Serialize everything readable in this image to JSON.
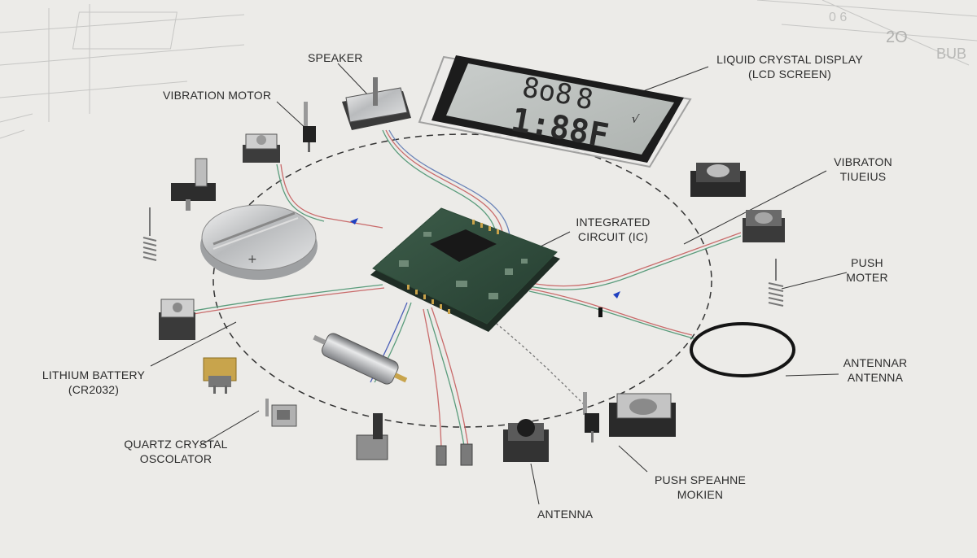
{
  "labels": {
    "speaker": "SPEAKER",
    "vibration_motor": "VIBRATION MOTOR",
    "lcd_line1": "LIQUID CRYSTAL DISPLAY",
    "lcd_line2": "(LCD SCREEN)",
    "vibraton_line1": "VIBRATON",
    "vibraton_line2": "TIUEIUS",
    "ic_line1": "INTEGRATED",
    "ic_line2": "CIRCUIT (IC)",
    "push_motor_line1": "PUSH",
    "push_motor_line2": "MOTER",
    "battery_line1": "LITHIUM BATTERY",
    "battery_line2": "(CR2032)",
    "antenna_right_line1": "ANTENNAR",
    "antenna_right_line2": "ANTENNA",
    "quartz_line1": "QUARTZ CRYSTAL",
    "quartz_line2": "OSCOLATOR",
    "push_speaker_line1": "PUSH SPEAHNE",
    "push_speaker_line2": "MOKIEN",
    "antenna_bottom": "ANTENNA"
  },
  "lcd_display": {
    "top_digits": "8o8",
    "top_right": "8",
    "bottom_digits": "1:88F",
    "indicator": "√"
  },
  "background_sketch": {
    "numbers": "2O",
    "marks": "0 6",
    "right_marks": "BUB"
  },
  "battery_mark": "+"
}
